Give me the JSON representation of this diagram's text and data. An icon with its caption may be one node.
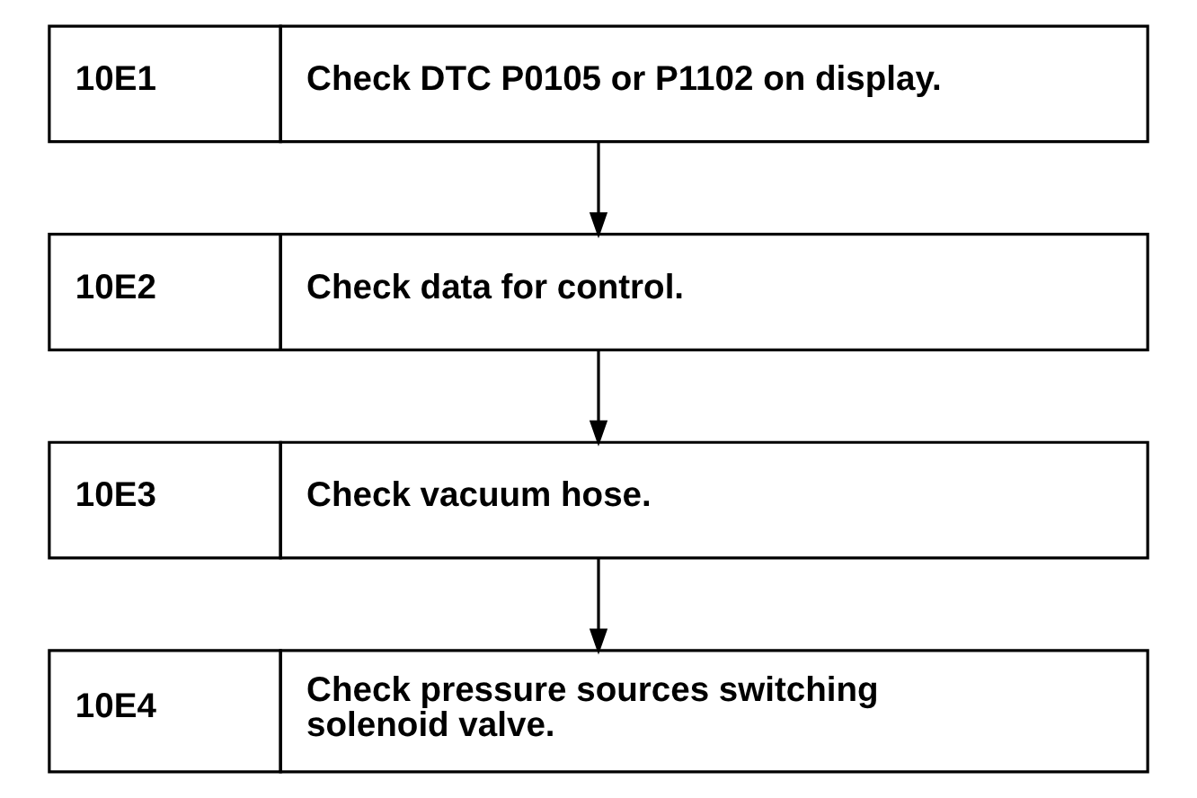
{
  "diagram": {
    "nodes": [
      {
        "text": [
          "10E1",
          "Check DTC P0105 or P1102 on display."
        ]
      },
      {
        "text": [
          "10E2",
          "Check data for control."
        ]
      },
      {
        "text": [
          "10E3",
          "Check vacuum hose."
        ]
      },
      {
        "text": [
          "10E4",
          "Check pressure sources switching solenoid valve."
        ]
      }
    ],
    "edges": [
      {
        "from": 0,
        "to": 1,
        "arrow": "to"
      },
      {
        "from": 1,
        "to": 2,
        "arrow": "to"
      },
      {
        "from": 2,
        "to": 3,
        "arrow": "to"
      }
    ]
  }
}
